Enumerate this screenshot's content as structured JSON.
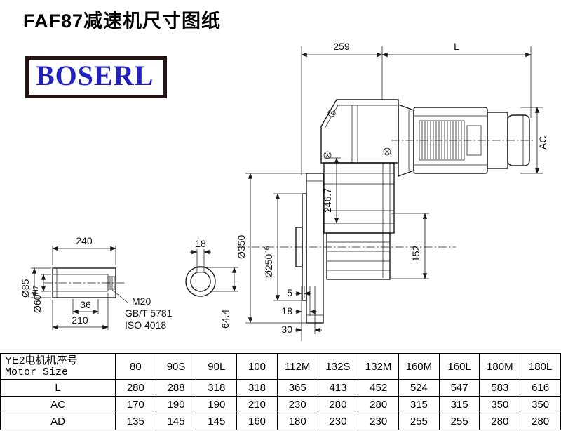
{
  "header": {
    "title": "FAF87减速机尺寸图纸",
    "brand": "BOSERL"
  },
  "drawing": {
    "dim_259": "259",
    "dim_motor_L": "L",
    "dim_AC": "AC",
    "dim_350": "Ø350",
    "dim_250": "Ø250",
    "dim_250_tol": "h6",
    "dim_246_7": "246.7",
    "dim_152": "152",
    "dim_240": "240",
    "dim_18_key": "18",
    "dim_36": "36",
    "dim_210": "210",
    "dim_85": "Ø85",
    "dim_60": "Ø60",
    "dim_60_tol": "H7",
    "dim_5": "5",
    "dim_18_face": "18",
    "dim_30": "30",
    "dim_64_4": "64.4",
    "thread_callout_1": "M20",
    "thread_callout_2": "GB/T 5781",
    "thread_callout_3": "ISO 4018"
  },
  "table": {
    "motor_label_cn": "YE2电机机座号",
    "motor_label_en": "Motor Size",
    "columns": [
      "80",
      "90S",
      "90L",
      "100",
      "112M",
      "132S",
      "132M",
      "160M",
      "160L",
      "180M",
      "180L"
    ],
    "rows": [
      {
        "label": "L",
        "values": [
          "280",
          "288",
          "318",
          "318",
          "365",
          "413",
          "452",
          "524",
          "547",
          "583",
          "616"
        ]
      },
      {
        "label": "AC",
        "values": [
          "170",
          "190",
          "190",
          "210",
          "230",
          "280",
          "280",
          "315",
          "315",
          "350",
          "350"
        ]
      },
      {
        "label": "AD",
        "values": [
          "135",
          "145",
          "145",
          "160",
          "180",
          "230",
          "230",
          "255",
          "255",
          "280",
          "280"
        ]
      }
    ]
  }
}
